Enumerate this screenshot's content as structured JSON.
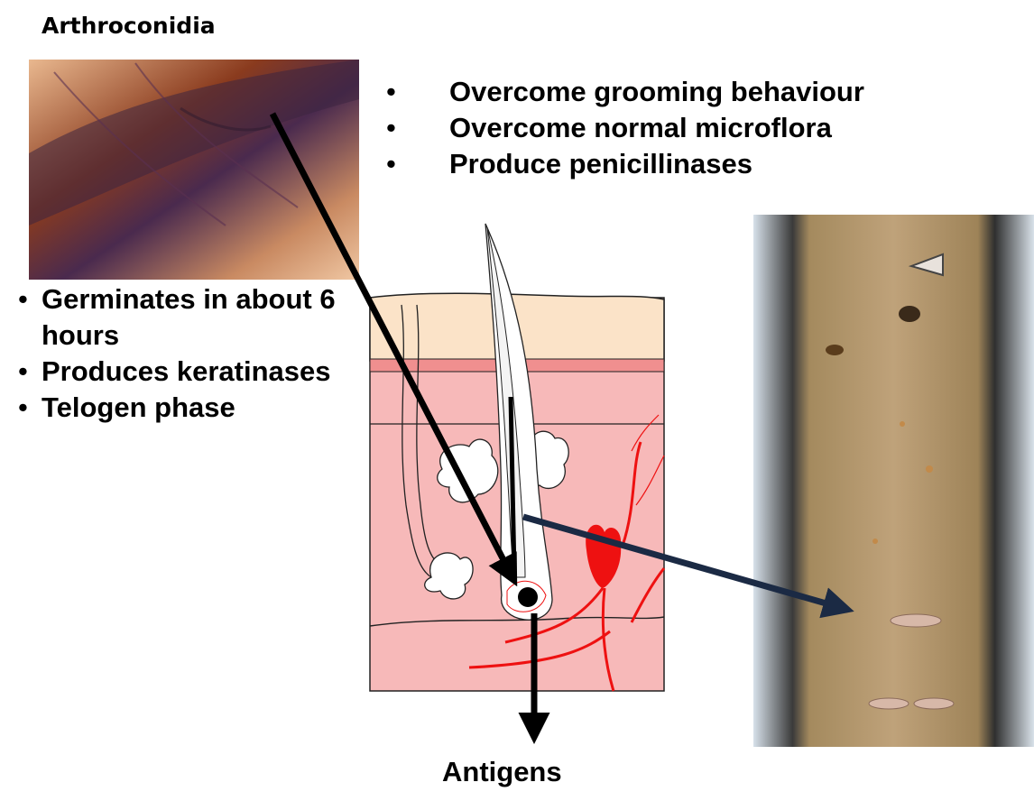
{
  "title": "Arthroconidia",
  "left_list": [
    "Germinates in about 6 hours",
    "Produces keratinases",
    "Telogen phase"
  ],
  "top_list": [
    "Overcome grooming behaviour",
    "Overcome normal microflora",
    "Produce penicillinases"
  ],
  "bottom_label": "Antigens",
  "colors": {
    "epidermis": "#fbe3c8",
    "dermis": "#f7b9b9",
    "basal_band": "#f08f8f",
    "blood": "#ee1111",
    "arrow_black": "#000000",
    "arrow_navy": "#1b2a44"
  }
}
